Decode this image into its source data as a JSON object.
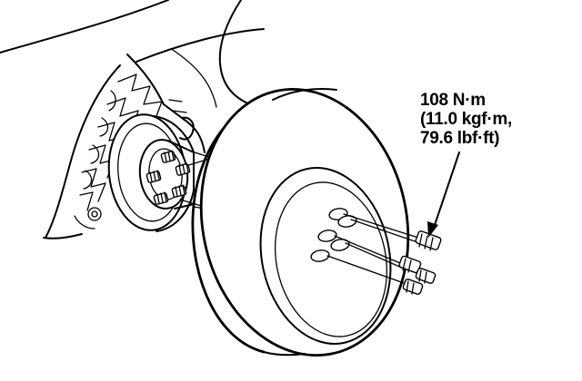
{
  "torque_spec": {
    "line1": "108 N·m",
    "line2": "(11.0 kgf·m,",
    "line3": "79.6 lbf·ft)"
  },
  "colors": {
    "ink": "#000000",
    "paper": "#ffffff"
  }
}
